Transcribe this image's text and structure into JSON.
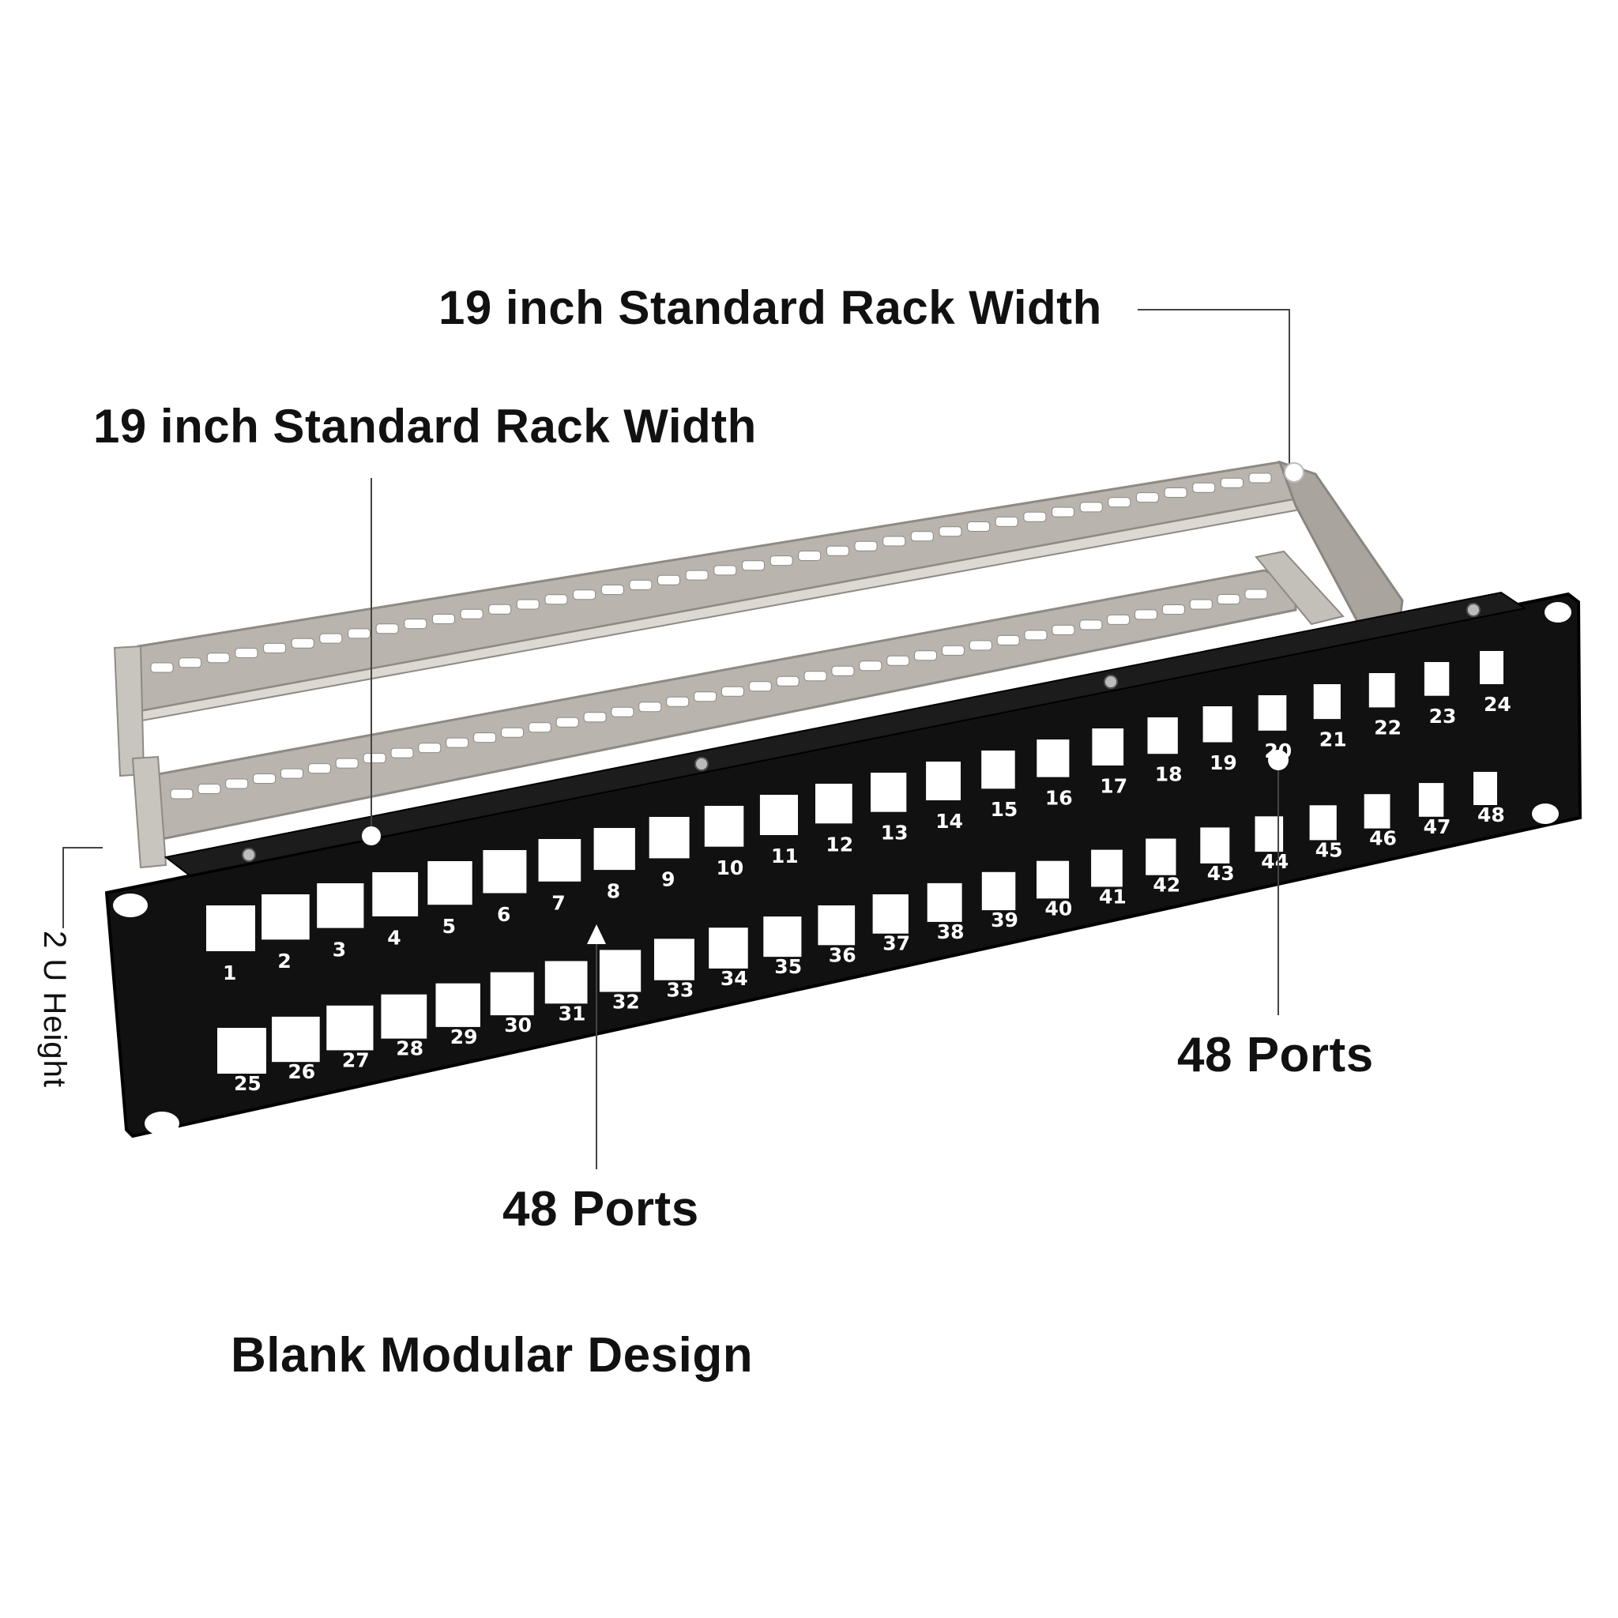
{
  "callouts": {
    "rack_width_top": "19 inch Standard Rack Width",
    "rack_width_left": "19 inch Standard Rack Width",
    "ports_right": "48 Ports",
    "ports_left": "48 Ports",
    "design": "Blank Modular Design",
    "height": "2 U Height"
  },
  "panel": {
    "ports_per_row": 24,
    "port_count": 48,
    "colors": {
      "faceplate": "#111111",
      "bracket": "#b9b4ad",
      "port_hole": "#ffffff",
      "leader": "#444444"
    }
  }
}
